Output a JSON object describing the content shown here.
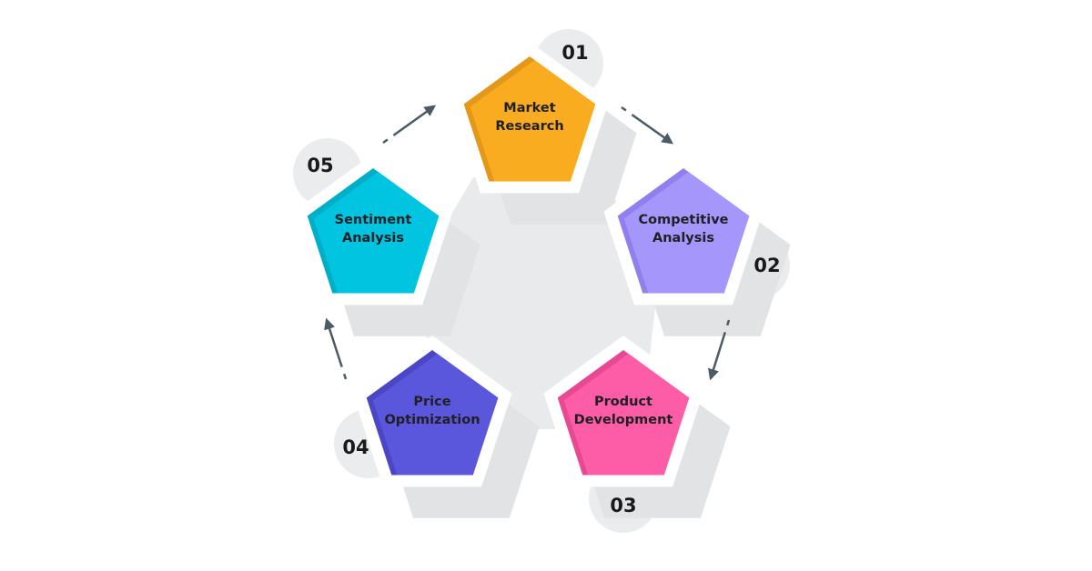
{
  "steps": [
    {
      "number": "01",
      "line1": "Market",
      "line2": "Research",
      "color": "#f9ac1f",
      "shade": "#e3981a"
    },
    {
      "number": "02",
      "line1": "Competitive",
      "line2": "Analysis",
      "color": "#a496fb",
      "shade": "#8f80ee"
    },
    {
      "number": "03",
      "line1": "Product",
      "line2": "Development",
      "color": "#fd5da6",
      "shade": "#e74a92"
    },
    {
      "number": "04",
      "line1": "Price",
      "line2": "Optimization",
      "color": "#5b57dc",
      "shade": "#4a46c4"
    },
    {
      "number": "05",
      "line1": "Sentiment",
      "line2": "Analysis",
      "color": "#00c4e0",
      "shade": "#00aec8"
    }
  ],
  "colors": {
    "arrow": "#4a5b66",
    "shadow": "#e2e3e5",
    "hub": "#e9eaec",
    "badge": "#ebeced"
  }
}
